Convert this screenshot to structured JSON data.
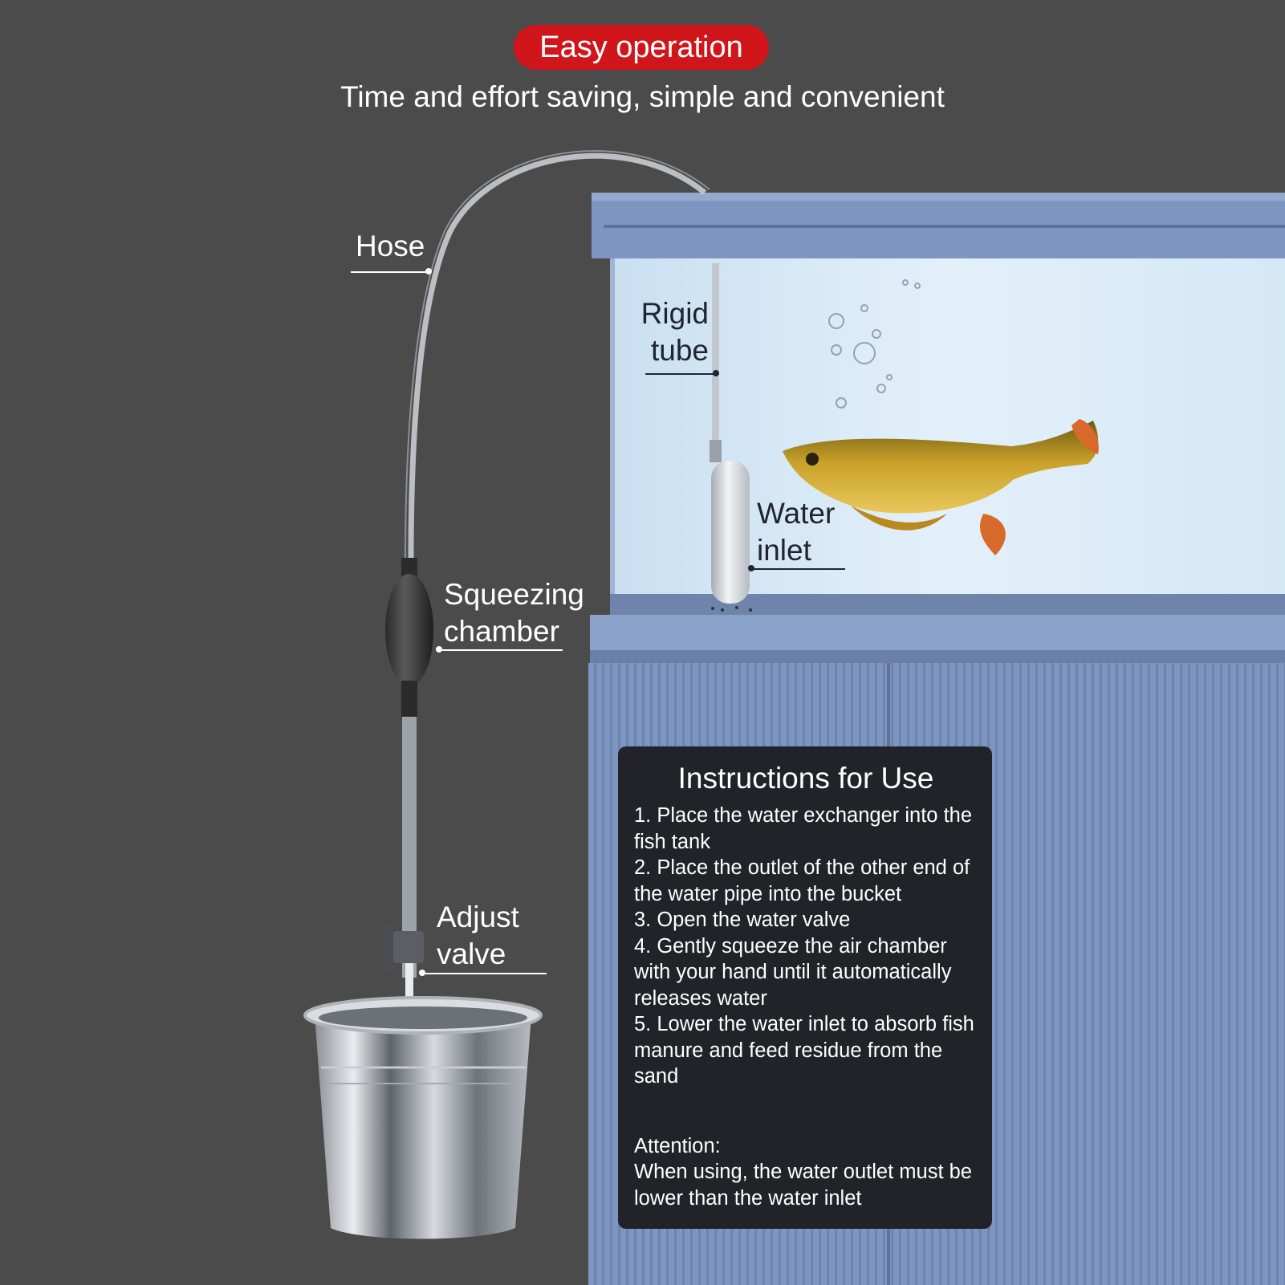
{
  "header": {
    "badge": "Easy operation",
    "subtitle": "Time and effort saving, simple and convenient"
  },
  "labels": {
    "hose": "Hose",
    "rigid_tube": [
      "Rigid",
      "tube"
    ],
    "water_inlet": [
      "Water",
      "inlet"
    ],
    "squeezing_chamber": [
      "Squeezing",
      "chamber"
    ],
    "adjust_valve": [
      "Adjust",
      "valve"
    ]
  },
  "instructions": {
    "title": "Instructions for Use",
    "steps": [
      "1. Place the water exchanger into the fish tank",
      "2. Place the outlet of the other end of the water pipe into the bucket",
      "3. Open the water valve",
      "4. Gently squeeze the air chamber with your hand until it automatically releases water",
      "5. Lower the water inlet to absorb fish manure and feed residue from the sand"
    ],
    "attention_heading": "Attention:",
    "attention_text": "When using, the water outlet must be lower than the water inlet"
  },
  "colors": {
    "background": "#4b4b4b",
    "badge": "#d0151b",
    "cabinet": "#7d95c0",
    "water": "#dcecf8",
    "panel": "#222329"
  }
}
